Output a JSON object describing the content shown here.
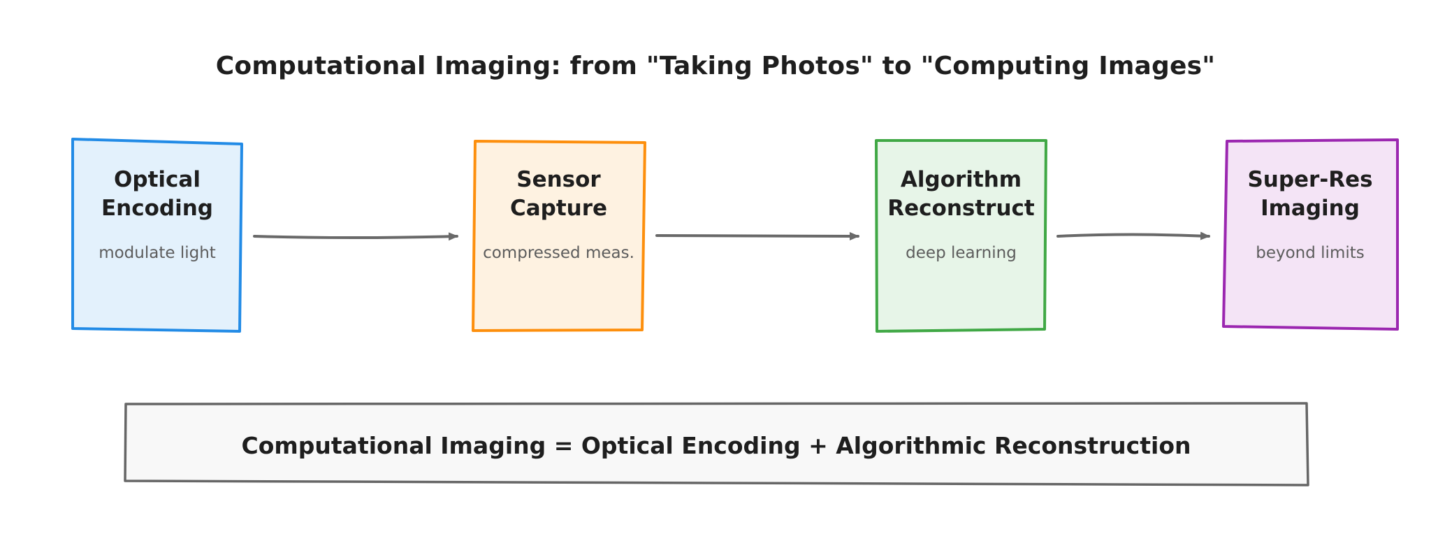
{
  "title": "Computational Imaging: from \"Taking Photos\" to \"Computing Images\"",
  "nodes": [
    {
      "title_line1": "Optical",
      "title_line2": "Encoding",
      "subtitle": "modulate light",
      "stroke": "#228be6",
      "fill": "#e3f1fc"
    },
    {
      "title_line1": "Sensor",
      "title_line2": "Capture",
      "subtitle": "compressed meas.",
      "stroke": "#fd8f0d",
      "fill": "#fef2e1"
    },
    {
      "title_line1": "Algorithm",
      "title_line2": "Reconstruct",
      "subtitle": "deep learning",
      "stroke": "#40a845",
      "fill": "#e7f5e8"
    },
    {
      "title_line1": "Super-Res",
      "title_line2": "Imaging",
      "subtitle": "beyond limits",
      "stroke": "#9b27b0",
      "fill": "#f4e4f6"
    }
  ],
  "edges": [
    {
      "from": "Optical Encoding",
      "to": "Sensor Capture"
    },
    {
      "from": "Sensor Capture",
      "to": "Algorithm Reconstruct"
    },
    {
      "from": "Algorithm Reconstruct",
      "to": "Super-Res Imaging"
    }
  ],
  "formula": "Computational Imaging = Optical Encoding + Algorithmic Reconstruction",
  "colors": {
    "arrow": "#696969",
    "formula_stroke": "#666666",
    "formula_fill": "#f8f8f8",
    "text": "#1e1e1e",
    "subtext": "#5c5c5c"
  }
}
